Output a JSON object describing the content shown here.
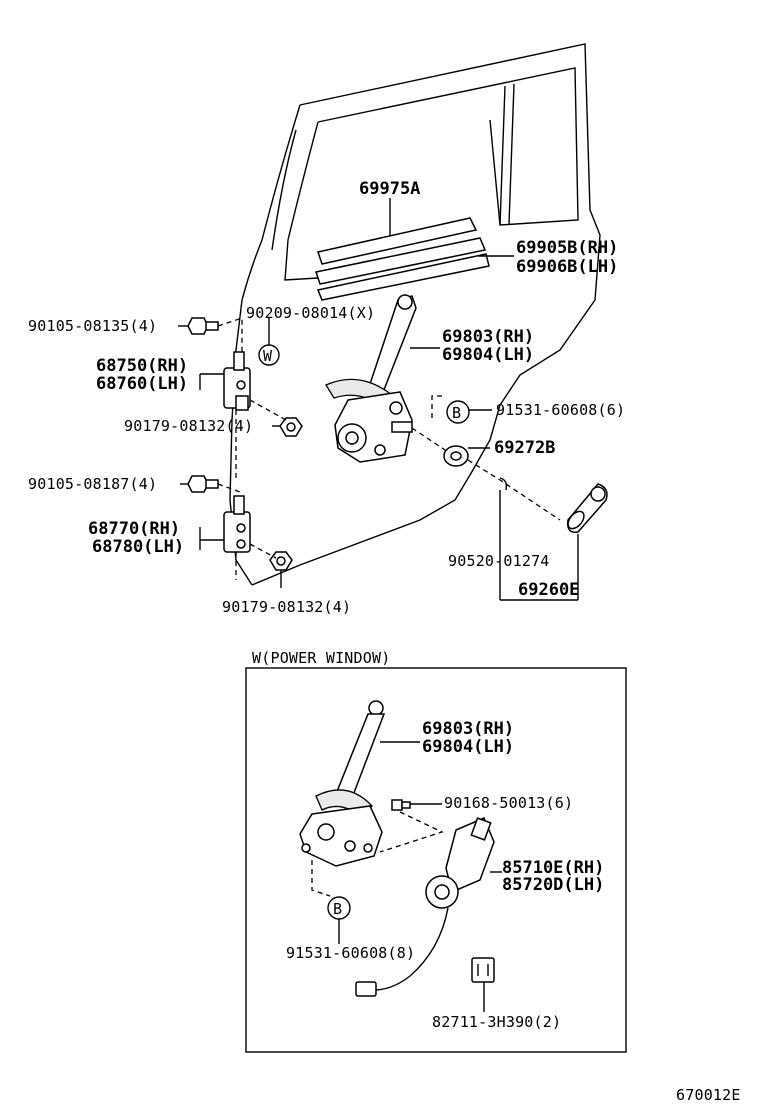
{
  "labels": {
    "p69975a": "69975A",
    "p69905b": "69905B(RH)",
    "p69906b": "69906B(LH)",
    "p90209": "90209-08014(X)",
    "p90105_08135": "90105-08135(4)",
    "p69803_top": "69803(RH)",
    "p69804_top": "69804(LH)",
    "p68750": "68750(RH)",
    "p68760": "68760(LH)",
    "p91531_top": "91531-60608(6)",
    "p90179_upper": "90179-08132(4)",
    "p69272b": "69272B",
    "p90105_08187": "90105-08187(4)",
    "p68770": "68770(RH)",
    "p68780": "68780(LH)",
    "p90520": "90520-01274",
    "p69260e": "69260E",
    "p90179_lower": "90179-08132(4)",
    "w_box_title": "W(POWER WINDOW)",
    "p69803_box": "69803(RH)",
    "p69804_box": "69804(LH)",
    "p90168": "90168-50013(6)",
    "p85710e": "85710E(RH)",
    "p85720d": "85720D(LH)",
    "p91531_box": "91531-60608(8)",
    "p82711": "82711-3H390(2)",
    "callout_w": "W",
    "callout_b_top": "B",
    "callout_b_box": "B",
    "figure_code": "670012E"
  }
}
